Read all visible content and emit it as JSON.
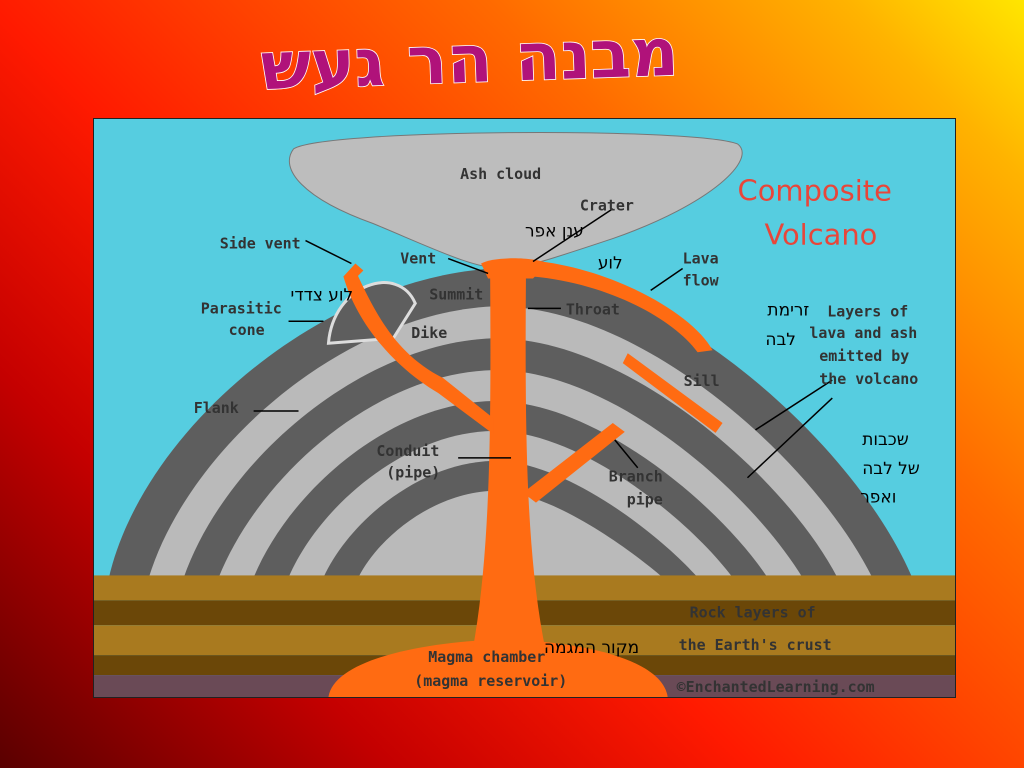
{
  "slide": {
    "title": "מבנה הר געש"
  },
  "diagram": {
    "heading_line1": "Composite",
    "heading_line2": "Volcano",
    "labels": {
      "ash_cloud": "Ash cloud",
      "crater": "Crater",
      "side_vent": "Side vent",
      "vent": "Vent",
      "summit": "Summit",
      "lava_flow_1": "Lava",
      "lava_flow_2": "flow",
      "parasitic_cone_1": "Parasitic",
      "parasitic_cone_2": "cone",
      "throat": "Throat",
      "dike": "Dike",
      "layers_1": "Layers of",
      "layers_2": "lava and ash",
      "layers_3": "emitted by",
      "layers_4": "the volcano",
      "sill": "Sill",
      "flank": "Flank",
      "conduit_1": "Conduit",
      "conduit_2": "(pipe)",
      "branch_pipe_1": "Branch",
      "branch_pipe_2": "pipe",
      "rock_layers_1": "Rock layers of",
      "rock_layers_2": "the Earth's crust",
      "magma_chamber_1": "Magma chamber",
      "magma_chamber_2": "(magma reservoir)",
      "copyright": "©EnchantedLearning.com"
    },
    "hebrew_labels": {
      "ash_cloud": "ענן אפר",
      "vent": "לוע",
      "side_vent": "לוע צדדי",
      "lava_flow_1": "זרימת",
      "lava_flow_2": "לבה",
      "layers_1": "שכבות",
      "layers_2": "של לבה",
      "layers_3": "ואפר",
      "magma_chamber": "מקור המגמה"
    }
  },
  "colors": {
    "sky": "#56cde0",
    "ash": "#bdbdbd",
    "dark_layer": "#5e5e5e",
    "light_layer": "#bababa",
    "magma": "#ff6b12",
    "crust_1": "#a97a1f",
    "crust_2": "#6b4708",
    "crust_3": "#6a4a56",
    "title_fill": "#b0127a",
    "heading": "#e8463a"
  }
}
